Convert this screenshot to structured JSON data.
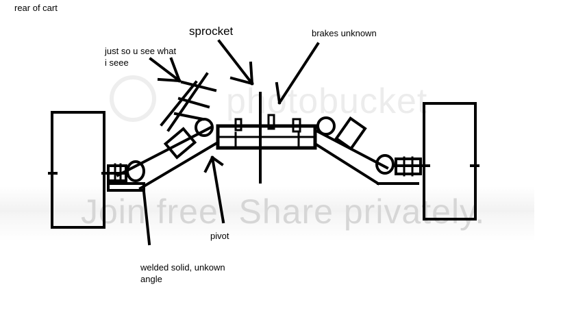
{
  "labels": {
    "rear": "rear of cart",
    "sprocket": "sprocket",
    "brakes": "brakes unknown",
    "see": "just so u see what i seee",
    "pivot": "pivot",
    "welded": "welded solid, unkown angle"
  },
  "watermark": {
    "logo": "photobucket",
    "band": "Join free. Share privately."
  },
  "colors": {
    "ink": "#000000",
    "watermark": "#d6d6d6",
    "background": "#ffffff"
  }
}
